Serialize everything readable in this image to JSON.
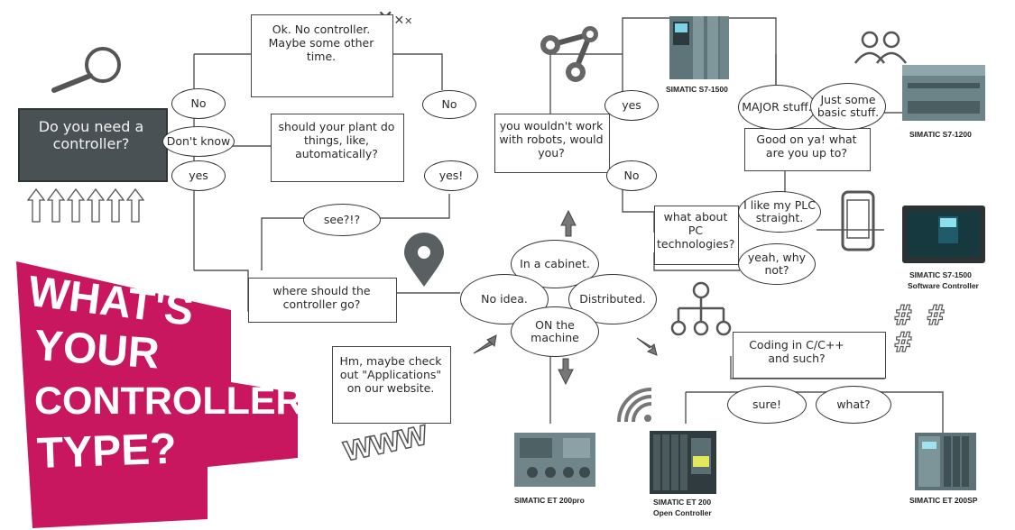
{
  "title": {
    "line1": "WHAT'S",
    "line2": "YOUR",
    "line3": "CONTROLLER",
    "line4": "TYPE?"
  },
  "start": {
    "question": "Do you need a controller?"
  },
  "nodes": {
    "no_controller": "Ok. No controller. Maybe some other time.",
    "automatically": "should your plant do things, like, automatically?",
    "where": "where should the controller go?",
    "robots": "you wouldn't work with robots, would you?",
    "good_on_ya": "Good on ya! what are you up to?",
    "pc_tech": "what about PC technologies?",
    "coding": "Coding in C/C++ and such?",
    "applications": "Hm, maybe check out \"Applications\" on our website."
  },
  "answers": {
    "no1": "No",
    "dont_know": "Don't know",
    "yes1": "yes",
    "no2": "No",
    "yes2": "yes!",
    "see": "see?!?",
    "yes3": "yes",
    "no3": "No",
    "major": "MAJOR stuff.",
    "basic": "Just some basic stuff.",
    "straight": "I like my PLC straight.",
    "why_not": "yeah, why not?",
    "cabinet": "In a cabinet.",
    "no_idea": "No idea.",
    "distributed": "Distributed.",
    "machine": "ON the machine",
    "sure": "sure!",
    "what": "what?"
  },
  "products": {
    "s7_1500": "SIMATIC S7-1500",
    "s7_1200": "SIMATIC S7-1200",
    "sw_ctrl_1": "SIMATIC S7-1500",
    "sw_ctrl_2": "Software Controller",
    "et200pro": "SIMATIC ET 200pro",
    "et200open_1": "SIMATIC ET 200",
    "et200open_2": "Open Controller",
    "et200sp": "SIMATIC ET 200SP"
  },
  "decor": {
    "www": "www",
    "hashes": "# # #"
  },
  "colors": {
    "accent": "#c8175e",
    "chalkboard": "#4a5154",
    "device": "#5e7478",
    "device_light": "#8fa6aa",
    "line": "#444444"
  }
}
